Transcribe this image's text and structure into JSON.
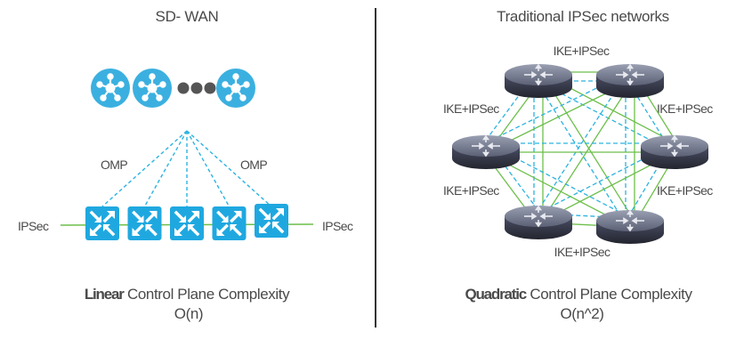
{
  "left_panel": {
    "title": "SD- WAN",
    "controllers": {
      "count_shown": 3,
      "ellipsis_dots": 3,
      "icon": "controller-hub-icon"
    },
    "edge_devices": {
      "count": 5,
      "icon": "switch-arrows-icon"
    },
    "omp_label_left": "OMP",
    "omp_label_right": "OMP",
    "ipsec_label_left": "IPSec",
    "ipsec_label_right": "IPSec",
    "complexity_bold": "Linear",
    "complexity_rest": " Control Plane Complexity",
    "complexity_order": "O(n)"
  },
  "right_panel": {
    "title": "Traditional IPSec networks",
    "routers": {
      "count": 6,
      "icon": "router-icon"
    },
    "link_labels": {
      "top": "IKE+IPSec",
      "upper_left": "IKE+IPSec",
      "upper_right": "IKE+IPSec",
      "lower_left": "IKE+IPSec",
      "lower_right": "IKE+IPSec",
      "bottom": "IKE+IPSec"
    },
    "complexity_bold": "Quadratic",
    "complexity_rest": " Control Plane Complexity",
    "complexity_order": "O(n^2)"
  },
  "colors": {
    "controller_blue": "#3bb0e0",
    "edge_blue": "#1fa8e0",
    "dashed_link": "#2bb3e0",
    "ipsec_green": "#6cbf4a",
    "ellipsis_gray": "#555555",
    "router_dark": "#3a3d50",
    "text_gray": "#4a4a4a"
  }
}
